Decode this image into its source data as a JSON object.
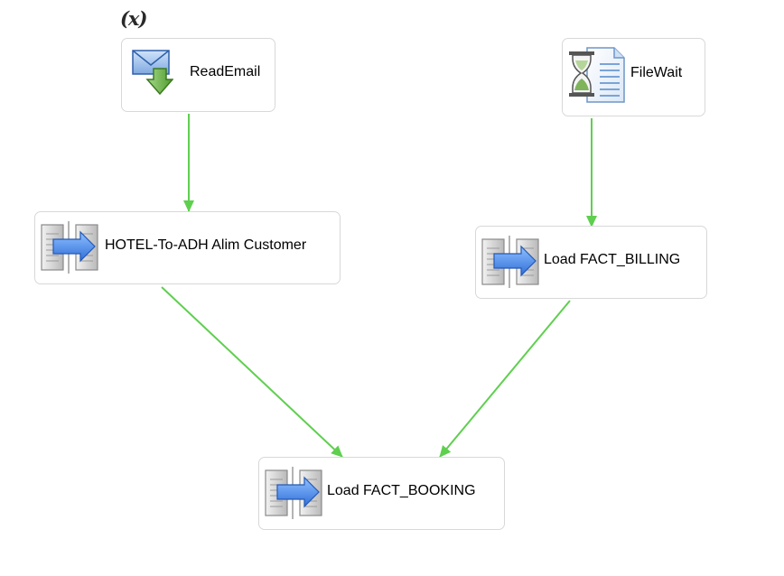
{
  "variables_marker": "(x)",
  "tasks": {
    "read_email": {
      "label": "ReadEmail",
      "icon": "email-download-icon"
    },
    "file_wait": {
      "label": "FileWait",
      "icon": "hourglass-document-icon"
    },
    "hotel_alim_customer": {
      "label": "HOTEL-To-ADH Alim Customer",
      "icon": "data-flow-icon"
    },
    "load_fact_billing": {
      "label": "Load FACT_BILLING",
      "icon": "data-flow-icon"
    },
    "load_fact_booking": {
      "label": "Load FACT_BOOKING",
      "icon": "data-flow-icon"
    }
  },
  "connectors": [
    {
      "from": "ReadEmail",
      "to": "HOTEL-To-ADH Alim Customer"
    },
    {
      "from": "FileWait",
      "to": "Load FACT_BILLING"
    },
    {
      "from": "HOTEL-To-ADH Alim Customer",
      "to": "Load FACT_BOOKING"
    },
    {
      "from": "Load FACT_BILLING",
      "to": "Load FACT_BOOKING"
    }
  ],
  "colors": {
    "connector": "#5fcf4f",
    "task_border": "#d8d8d8",
    "arrow_blue": "#3b7be8"
  }
}
